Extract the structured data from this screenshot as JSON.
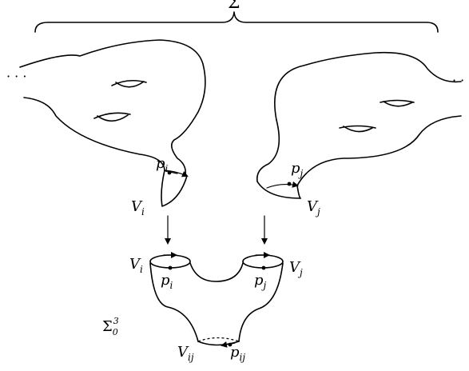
{
  "labels": {
    "sigma": "Σ",
    "dots_left": "· · ·",
    "dots_right": "· ·",
    "p_i_top": "p",
    "p_i_top_sub": "i",
    "p_j_top": "p",
    "p_j_top_sub": "j",
    "V_i_top": "V",
    "V_i_top_sub": "i",
    "V_j_top": "V",
    "V_j_top_sub": "j",
    "V_i_bottom": "V",
    "V_i_bottom_sub": "i",
    "V_j_bottom": "V",
    "V_j_bottom_sub": "j",
    "p_i_bottom": "p",
    "p_i_bottom_sub": "i",
    "p_j_bottom": "p",
    "p_j_bottom_sub": "j",
    "sigma_0_3": "Σ",
    "sigma_0_3_sub": "0",
    "sigma_0_3_sup": "3",
    "V_ij": "V",
    "V_ij_sub": "ij",
    "p_ij": "p",
    "p_ij_sub": "ij"
  }
}
